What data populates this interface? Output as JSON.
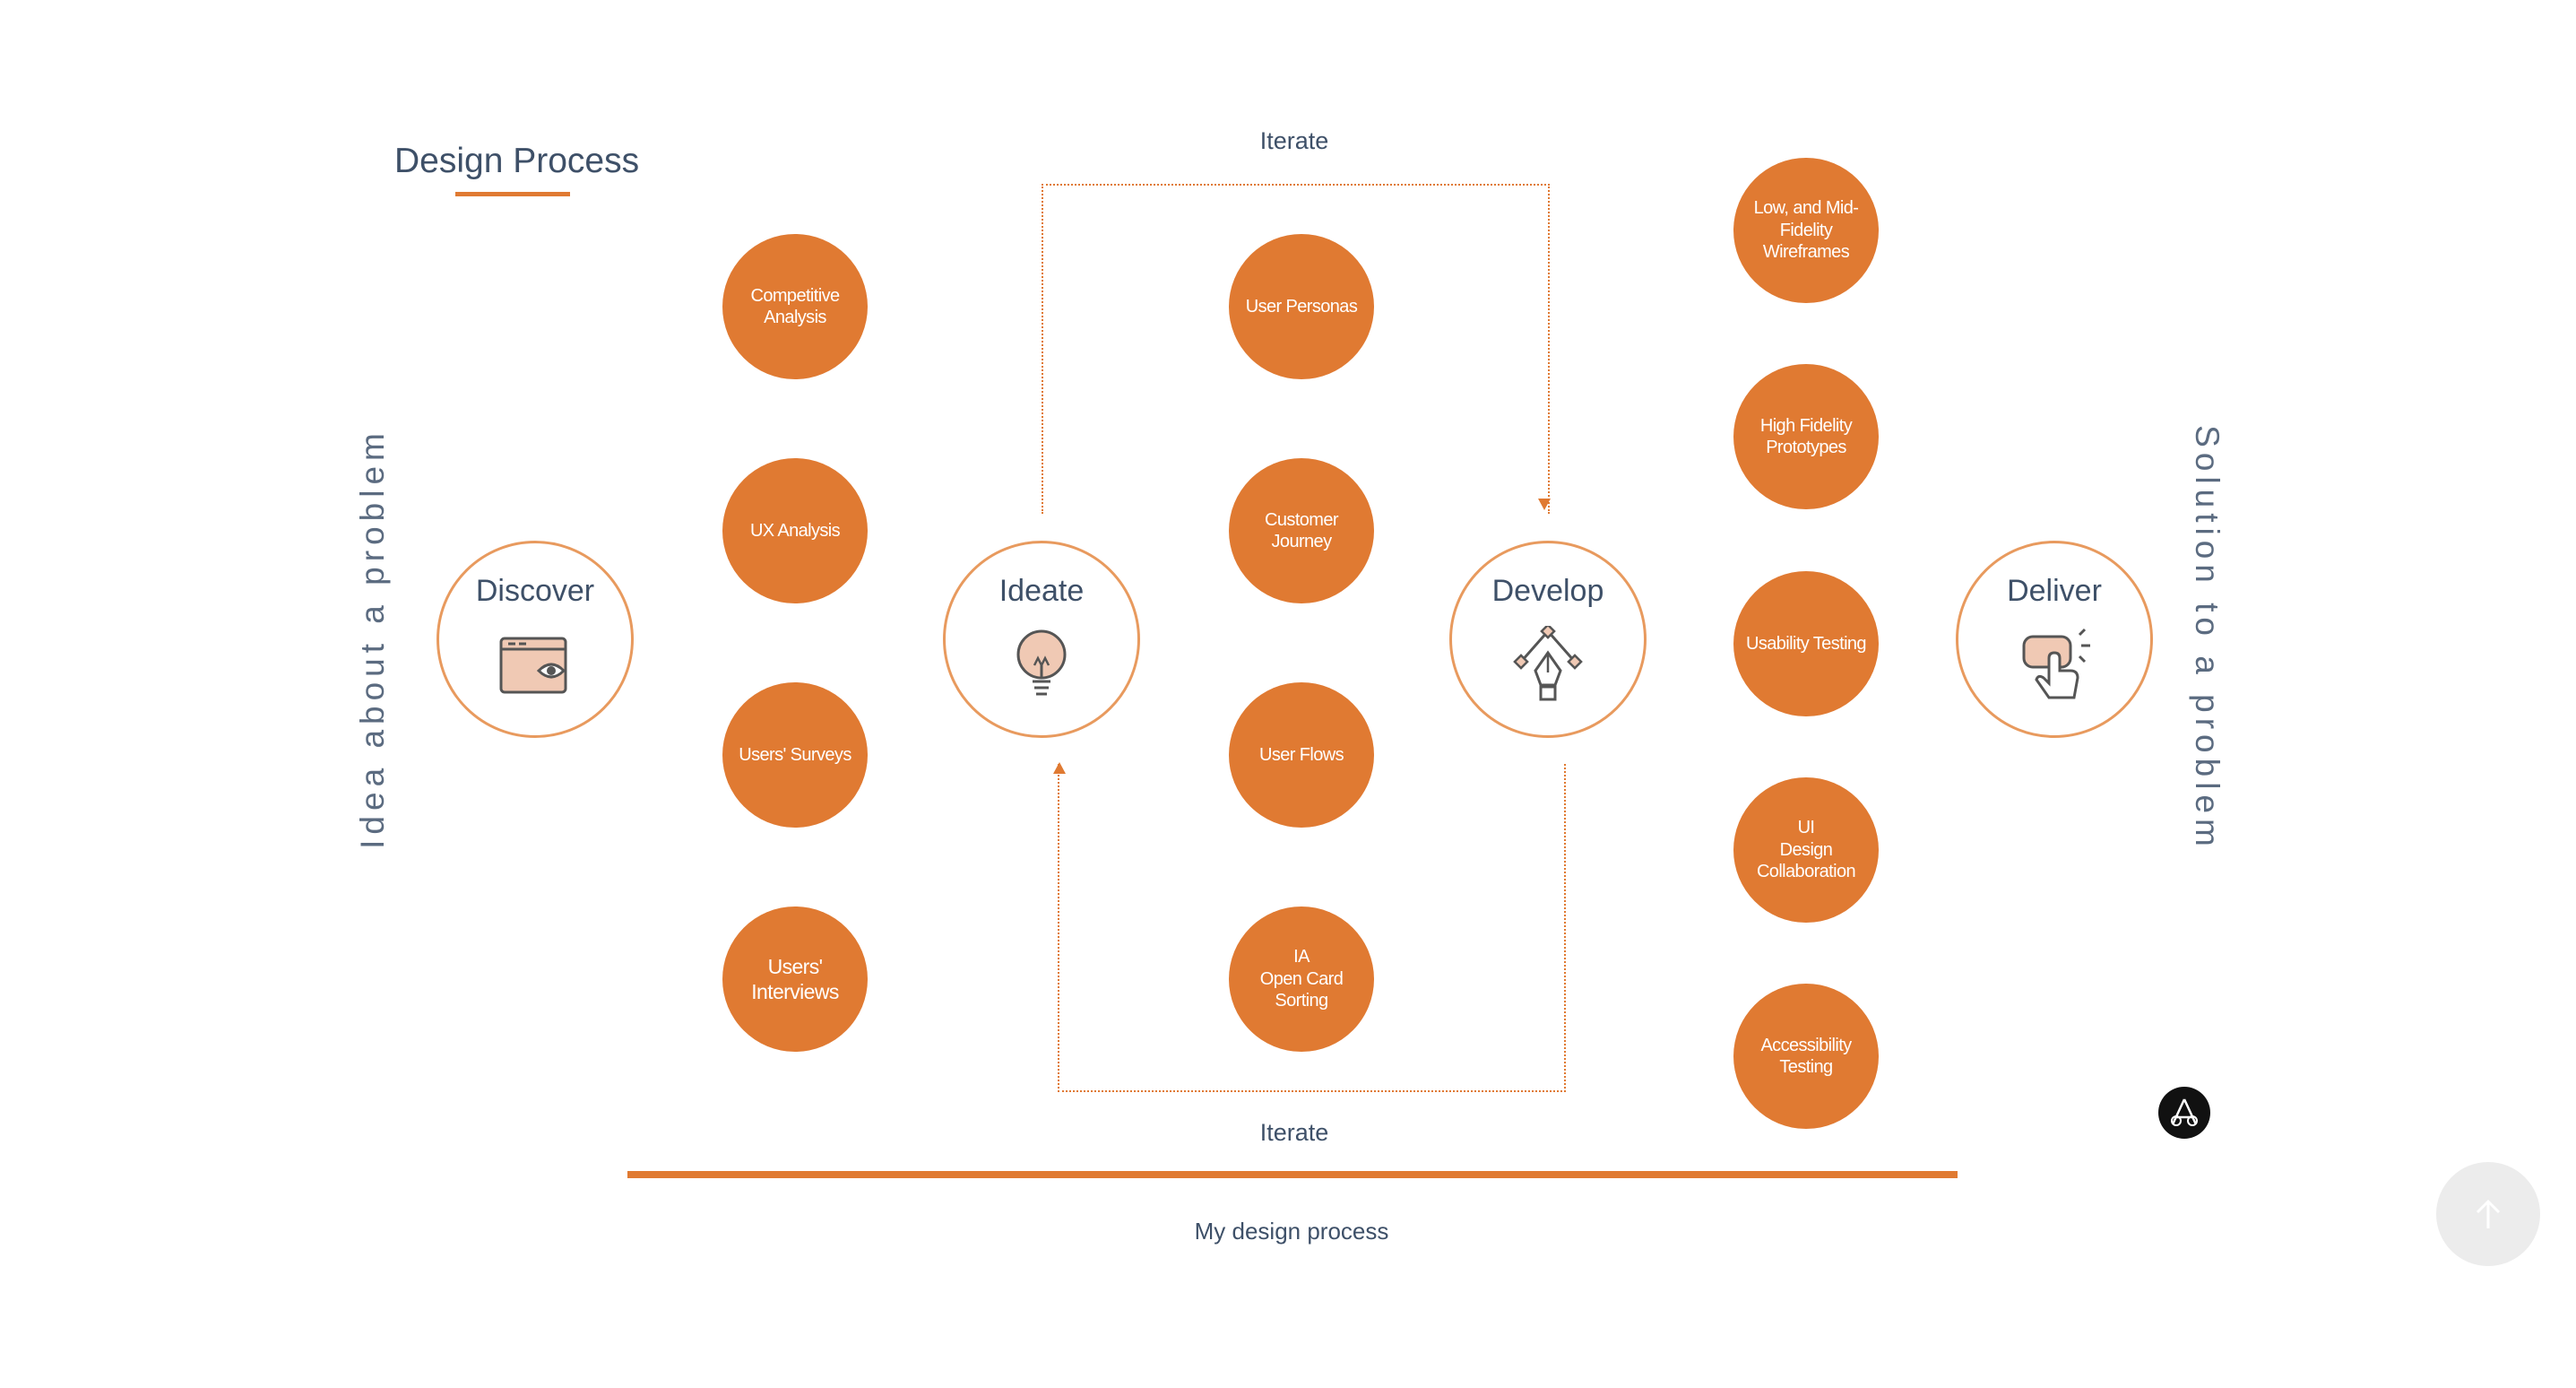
{
  "title": "Design Process",
  "side_left": "Idea about a problem",
  "side_right": "Solution to a problem",
  "iterate_top": "Iterate",
  "iterate_bottom": "Iterate",
  "caption": "My design process",
  "accent_color": "#e07a32",
  "text_color": "#3e5068",
  "stages": [
    {
      "label": "Discover",
      "icon": "browser-eye-icon"
    },
    {
      "label": "Ideate",
      "icon": "lightbulb-icon"
    },
    {
      "label": "Develop",
      "icon": "pen-tool-icon"
    },
    {
      "label": "Deliver",
      "icon": "tap-button-icon"
    }
  ],
  "discover_items": [
    "Competitive\nAnalysis",
    "UX Analysis",
    "Users' Surveys",
    "Users'\nInterviews"
  ],
  "ideate_items": [
    "User Personas",
    "Customer\nJourney",
    "User Flows",
    "IA\nOpen Card\nSorting"
  ],
  "develop_items": [
    "Low, and Mid-\nFidelity\nWireframes",
    "High Fidelity\nPrototypes",
    "Usability Testing",
    "UI\nDesign\nCollaboration",
    "Accessibility\nTesting"
  ],
  "badge_icon": "logo-icon",
  "scroll_icon": "arrow-up-icon"
}
